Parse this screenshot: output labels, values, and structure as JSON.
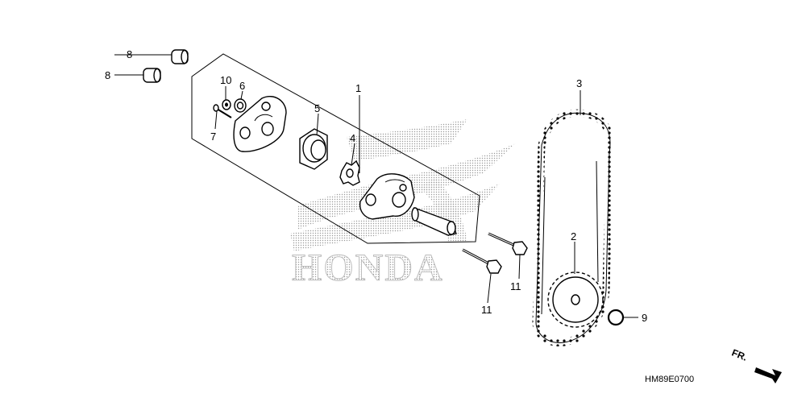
{
  "diagram": {
    "drawing_code": "HM89E0700",
    "direction_label": "FR.",
    "brand_watermark": "HONDA",
    "callouts": {
      "c1": "1",
      "c2": "2",
      "c3": "3",
      "c4": "4",
      "c5": "5",
      "c6": "6",
      "c7": "7",
      "c8a": "8",
      "c8b": "8",
      "c9": "9",
      "c10": "10",
      "c11a": "11",
      "c11b": "11"
    }
  }
}
